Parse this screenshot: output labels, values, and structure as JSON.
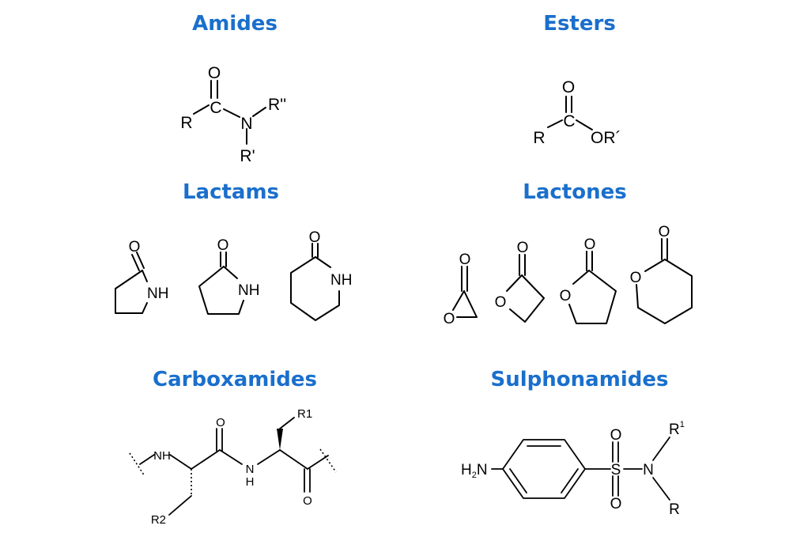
{
  "titles": {
    "amides": "Amides",
    "esters": "Esters",
    "lactams": "Lactams",
    "lactones": "Lactones",
    "carboxamides": "Carboxamides",
    "sulphonamides": "Sulphonamides"
  },
  "amide": {
    "o": "O",
    "c": "C",
    "n": "N",
    "r": "R",
    "r1": "R'",
    "r2": "R''"
  },
  "ester": {
    "o": "O",
    "c": "C",
    "r": "R",
    "or": "OR´"
  },
  "lactams": {
    "o": "O",
    "nh": "NH"
  },
  "lactones": {
    "o": "O"
  },
  "carboxamide": {
    "nh": "NH",
    "n": "N",
    "h": "H",
    "o": "O",
    "r1": "R1",
    "r2": "R2"
  },
  "sulphonamide": {
    "h2n_h": "H",
    "h2n_2": "2",
    "h2n_n": "N",
    "s": "S",
    "o": "O",
    "n": "N",
    "r": "R",
    "r_sup": "1"
  },
  "colors": {
    "title": "#1a6fcc",
    "structure": "#000000",
    "background": "#ffffff"
  }
}
